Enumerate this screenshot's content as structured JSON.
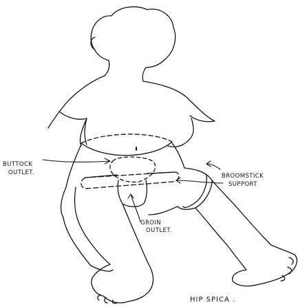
{
  "labels": {
    "buttock_outlet_line1": "BUTTOCK",
    "buttock_outlet_line2": "OUTLET.",
    "broomstick_line1": "BROOMSTICK",
    "broomstick_line2": "SUPPORT",
    "groin_outlet_line1": "GROIN",
    "groin_outlet_line2": "OUTLET.",
    "caption": "HIP SPICA ."
  },
  "colors": {
    "ink": "#111111",
    "background": "#ffffff"
  }
}
